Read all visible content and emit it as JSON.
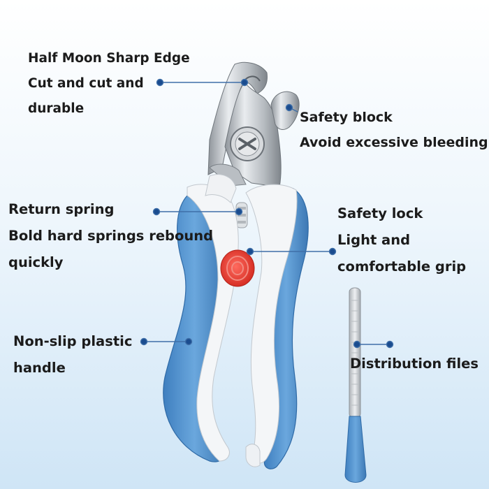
{
  "image": {
    "subject": "pet-nail-clipper",
    "colors": {
      "background_top": "#ffffff",
      "background_bottom": "#d4e8f7",
      "handle_blue": "#4d8ecb",
      "handle_white": "#f4f6f8",
      "blade_steel": "#c9cdd2",
      "safety_lock_red": "#e53b30",
      "callout_dot": "#1a4c8f",
      "label_text": "#1b1b1b"
    }
  },
  "callouts": {
    "half_moon": {
      "lines": [
        "Half Moon Sharp Edge",
        "Cut and cut and",
        "durable"
      ]
    },
    "safety_block": {
      "lines": [
        "Safety block",
        "Avoid excessive bleeding"
      ]
    },
    "return_spring": {
      "lines": [
        "Return spring",
        "Bold hard springs rebound",
        "quickly"
      ]
    },
    "safety_lock": {
      "lines": [
        "Safety lock",
        "Light and",
        "comfortable grip"
      ]
    },
    "non_slip": {
      "lines": [
        "Non-slip plastic",
        "handle"
      ]
    },
    "files": {
      "lines": [
        "Distribution files"
      ]
    }
  }
}
